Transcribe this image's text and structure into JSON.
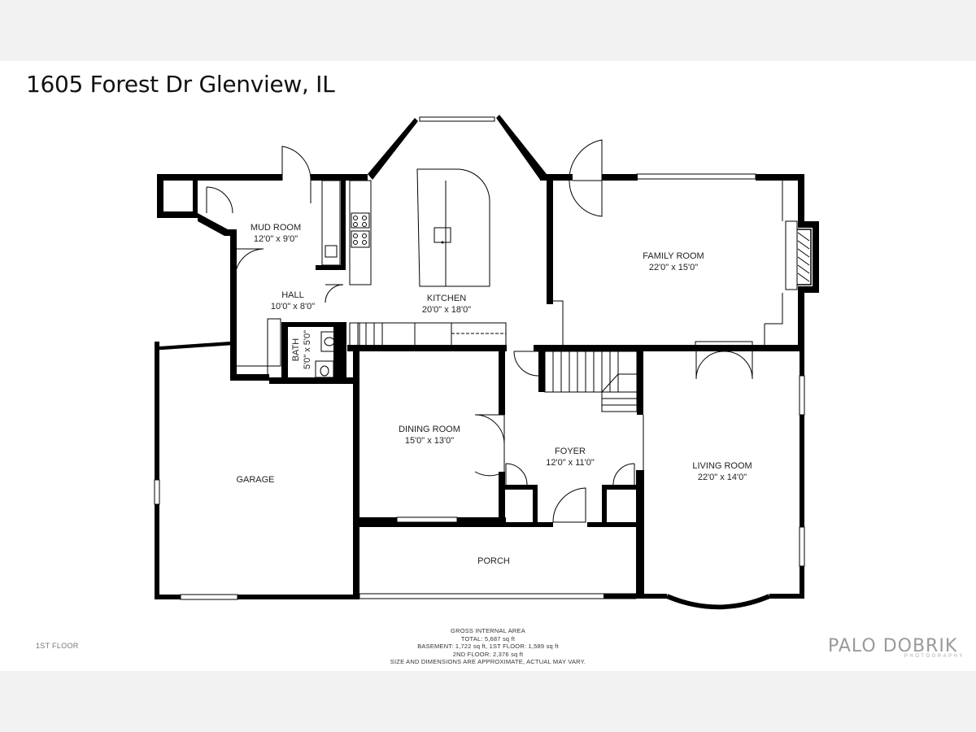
{
  "title": "1605 Forest Dr Glenview, IL",
  "floor_label": "1ST FLOOR",
  "rooms": {
    "mud_room": {
      "name": "MUD ROOM",
      "dims": "12'0\" x 9'0\""
    },
    "hall": {
      "name": "HALL",
      "dims": "10'0\" x 8'0\""
    },
    "kitchen": {
      "name": "KITCHEN",
      "dims": "20'0\" x 18'0\""
    },
    "family_room": {
      "name": "FAMILY ROOM",
      "dims": "22'0\" x 15'0\""
    },
    "bath": {
      "name": "BATH",
      "dims": "5'0\" x 5'0\""
    },
    "dining_room": {
      "name": "DINING ROOM",
      "dims": "15'0\" x 13'0\""
    },
    "foyer": {
      "name": "FOYER",
      "dims": "12'0\" x 11'0\""
    },
    "living_room": {
      "name": "LIVING ROOM",
      "dims": "22'0\" x 14'0\""
    },
    "garage": {
      "name": "GARAGE"
    },
    "porch": {
      "name": "PORCH"
    }
  },
  "area_info": {
    "heading": "GROSS INTERNAL AREA",
    "total": "TOTAL: 5,687 sq ft",
    "basement": "BASEMENT: 1,722 sq ft, 1ST FLOOR: 1,589 sq ft",
    "second_floor": "2ND FLOOR: 2,376 sq ft",
    "disclaimer": "SIZE AND DIMENSIONS ARE APPROXIMATE, ACTUAL MAY VARY."
  },
  "brand": {
    "name": "PALO DOBRIK",
    "tagline": "PHOTOGRAPHY"
  }
}
